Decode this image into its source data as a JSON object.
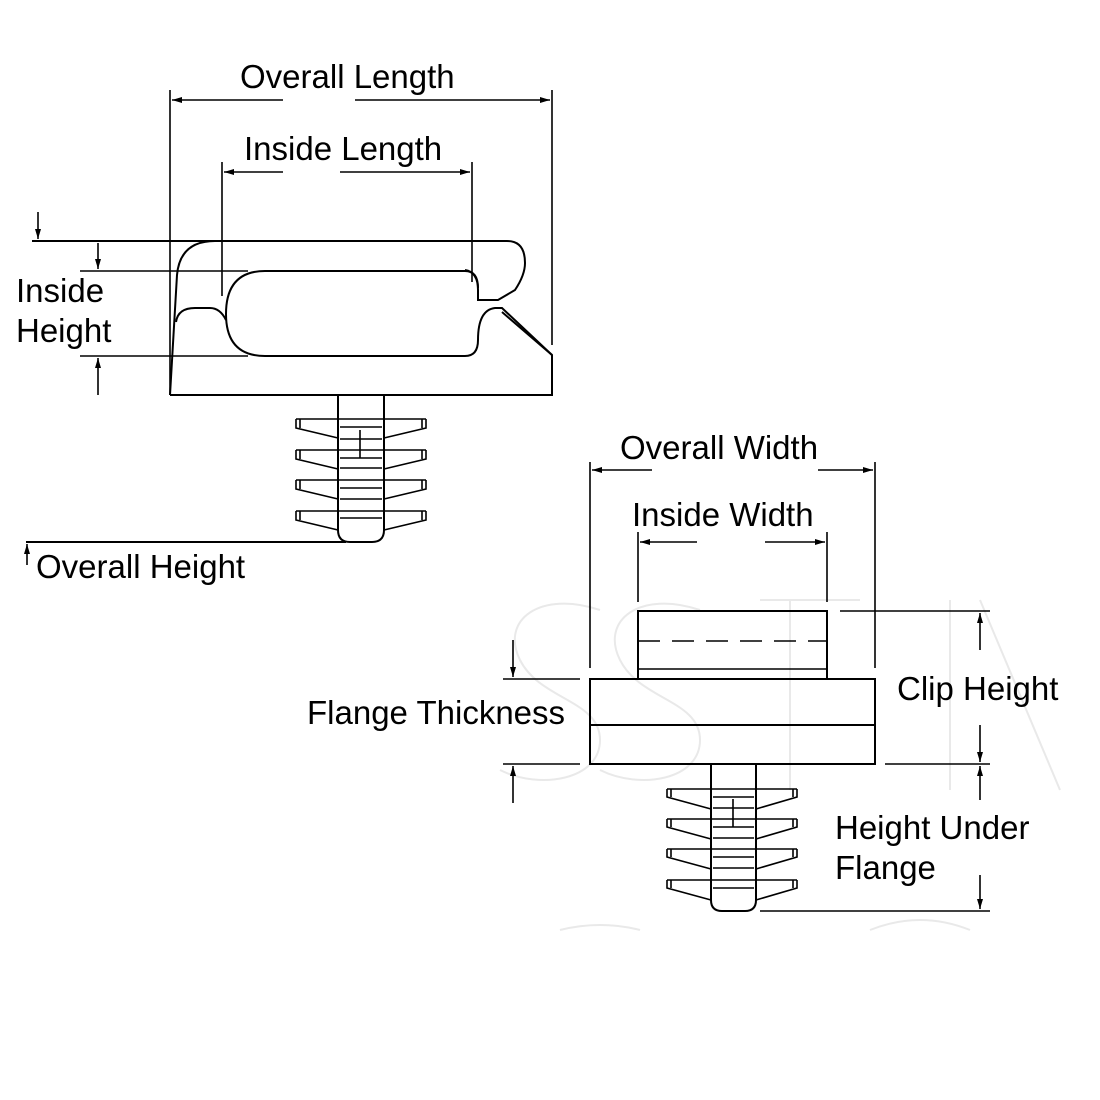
{
  "diagram": {
    "title": "Push-mount edge clip dimensions",
    "line_color": "#000000",
    "background_color": "#ffffff",
    "watermark_color": "#e9e9e9",
    "side_view": {
      "labels": {
        "overall_length": "Overall Length",
        "inside_length": "Inside Length",
        "inside_height_line1": "Inside",
        "inside_height_line2": "Height",
        "overall_height": "Overall Height"
      }
    },
    "front_view": {
      "labels": {
        "overall_width": "Overall Width",
        "inside_width": "Inside Width",
        "flange_thickness": "Flange Thickness",
        "clip_height": "Clip Height",
        "height_under_flange_line1": "Height Under",
        "height_under_flange_line2": "Flange"
      }
    }
  }
}
